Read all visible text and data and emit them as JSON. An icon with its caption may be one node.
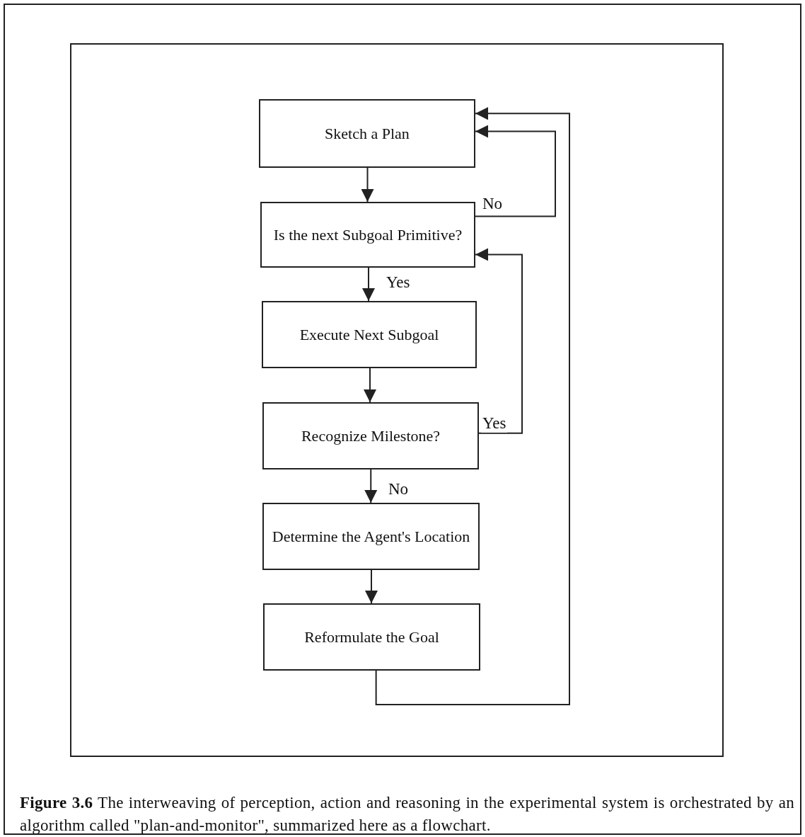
{
  "diagram": {
    "caption": "**Figure 3.6** The interweaving of perception, action and reasoning in the experimental system is orchestrated by an algorithm called \"plan-and-monitor\", summarized here as a flowchart.",
    "nodes": [
      {
        "text": [
          "Sketch a Plan"
        ]
      },
      {
        "text": [
          "Is the next Subgoal Primitive?"
        ]
      },
      {
        "text": [
          "Execute Next Subgoal"
        ]
      },
      {
        "text": [
          "Recognize Milestone?"
        ]
      },
      {
        "text": [
          "Determine the Agent's Location"
        ]
      },
      {
        "text": [
          "Reformulate the Goal"
        ]
      }
    ],
    "edges": [
      {
        "from": 0,
        "to": 1,
        "arrow": "to"
      },
      {
        "from": 1,
        "to": 0,
        "arrow": "to",
        "label": "No"
      },
      {
        "from": 1,
        "to": 2,
        "arrow": "to",
        "label": "Yes"
      },
      {
        "from": 2,
        "to": 3,
        "arrow": "to"
      },
      {
        "from": 3,
        "to": 1,
        "arrow": "to",
        "label": "Yes"
      },
      {
        "from": 3,
        "to": 4,
        "arrow": "to",
        "label": "No"
      },
      {
        "from": 4,
        "to": 5,
        "arrow": "to"
      },
      {
        "from": 5,
        "to": 0,
        "arrow": "to"
      }
    ]
  }
}
